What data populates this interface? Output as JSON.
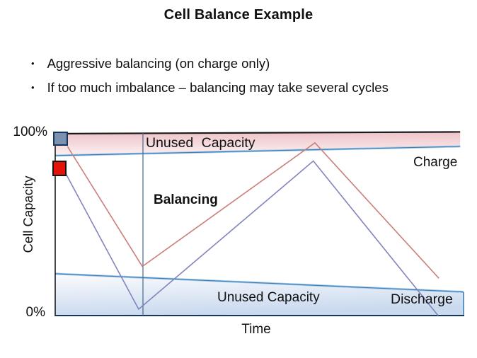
{
  "slide": {
    "title": "Cell Balance Example",
    "bullet_glyph": "•",
    "bullets": [
      "Aggressive balancing (on charge only)",
      "If too much imbalance – balancing may take several cycles"
    ]
  },
  "chart": {
    "y_axis_label": "Cell Capacity",
    "x_axis_label": "Time",
    "y_max_label": "100%",
    "y_min_label": "0%",
    "labels": {
      "unused_capacity_top": "Unused Capacity",
      "balancing": "Balancing",
      "charge": "Charge",
      "unused_capacity_bottom": "Unused Capacity",
      "discharge": "Discharge"
    },
    "colors": {
      "charge_text": "#cc2020",
      "discharge_text": "#2525c9",
      "charge_line": "#c97f7b",
      "balance_line": "#8285bd",
      "divider_line": "#44688c",
      "axis": "#1a1a1a",
      "band_top_border": "#1a1a1a",
      "band_bottom_axis": "#17365d",
      "band_blue_halo": "#a9cbe9",
      "band_blue_core": "#3e7fb5",
      "cell1_marker_fill": "#7c90af",
      "cell1_marker_border": "#17365d",
      "cell2_marker_fill": "#e3120b",
      "cell2_marker_border": "#141414"
    }
  },
  "chart_data": {
    "type": "line",
    "title": "Cell Balance Example",
    "xlabel": "Time",
    "ylabel": "Cell Capacity",
    "ylim": [
      0,
      100
    ],
    "y_tick_labels": [
      "0%",
      "100%"
    ],
    "x_axis": "unlabeled time axis (normalized 0–1)",
    "grid": false,
    "legend_position": "inline annotations",
    "series": [
      {
        "name": "Charge (stronger cell)",
        "color": "#c97f7b",
        "x": [
          0.03,
          0.213,
          0.635,
          0.938
        ],
        "y": [
          93,
          27,
          95,
          20.5
        ]
      },
      {
        "name": "Balancing (weaker cell, discharge)",
        "color": "#8285bd",
        "x": [
          0.026,
          0.204,
          0.631,
          0.936
        ],
        "y": [
          78,
          3.5,
          85,
          0
        ]
      }
    ],
    "regions": [
      {
        "name": "Unused Capacity (top band)",
        "x": [
          0,
          0.99
        ],
        "y_bottom": [
          88,
          93
        ],
        "y_top": [
          100,
          101
        ]
      },
      {
        "name": "Unused Capacity (bottom band)",
        "x": [
          0,
          0.998
        ],
        "y_bottom": [
          0,
          0
        ],
        "y_top": [
          23,
          13
        ]
      }
    ],
    "annotations": [
      "Unused Capacity",
      "Balancing",
      "Charge",
      "Unused Capacity",
      "Discharge"
    ],
    "markers": [
      {
        "name": "cell-1 start marker",
        "color": "#7c90af",
        "at": {
          "x": 0,
          "y": 97
        }
      },
      {
        "name": "cell-2 start marker",
        "color": "#e3120b",
        "at": {
          "x": 0,
          "y": 81
        }
      }
    ]
  }
}
